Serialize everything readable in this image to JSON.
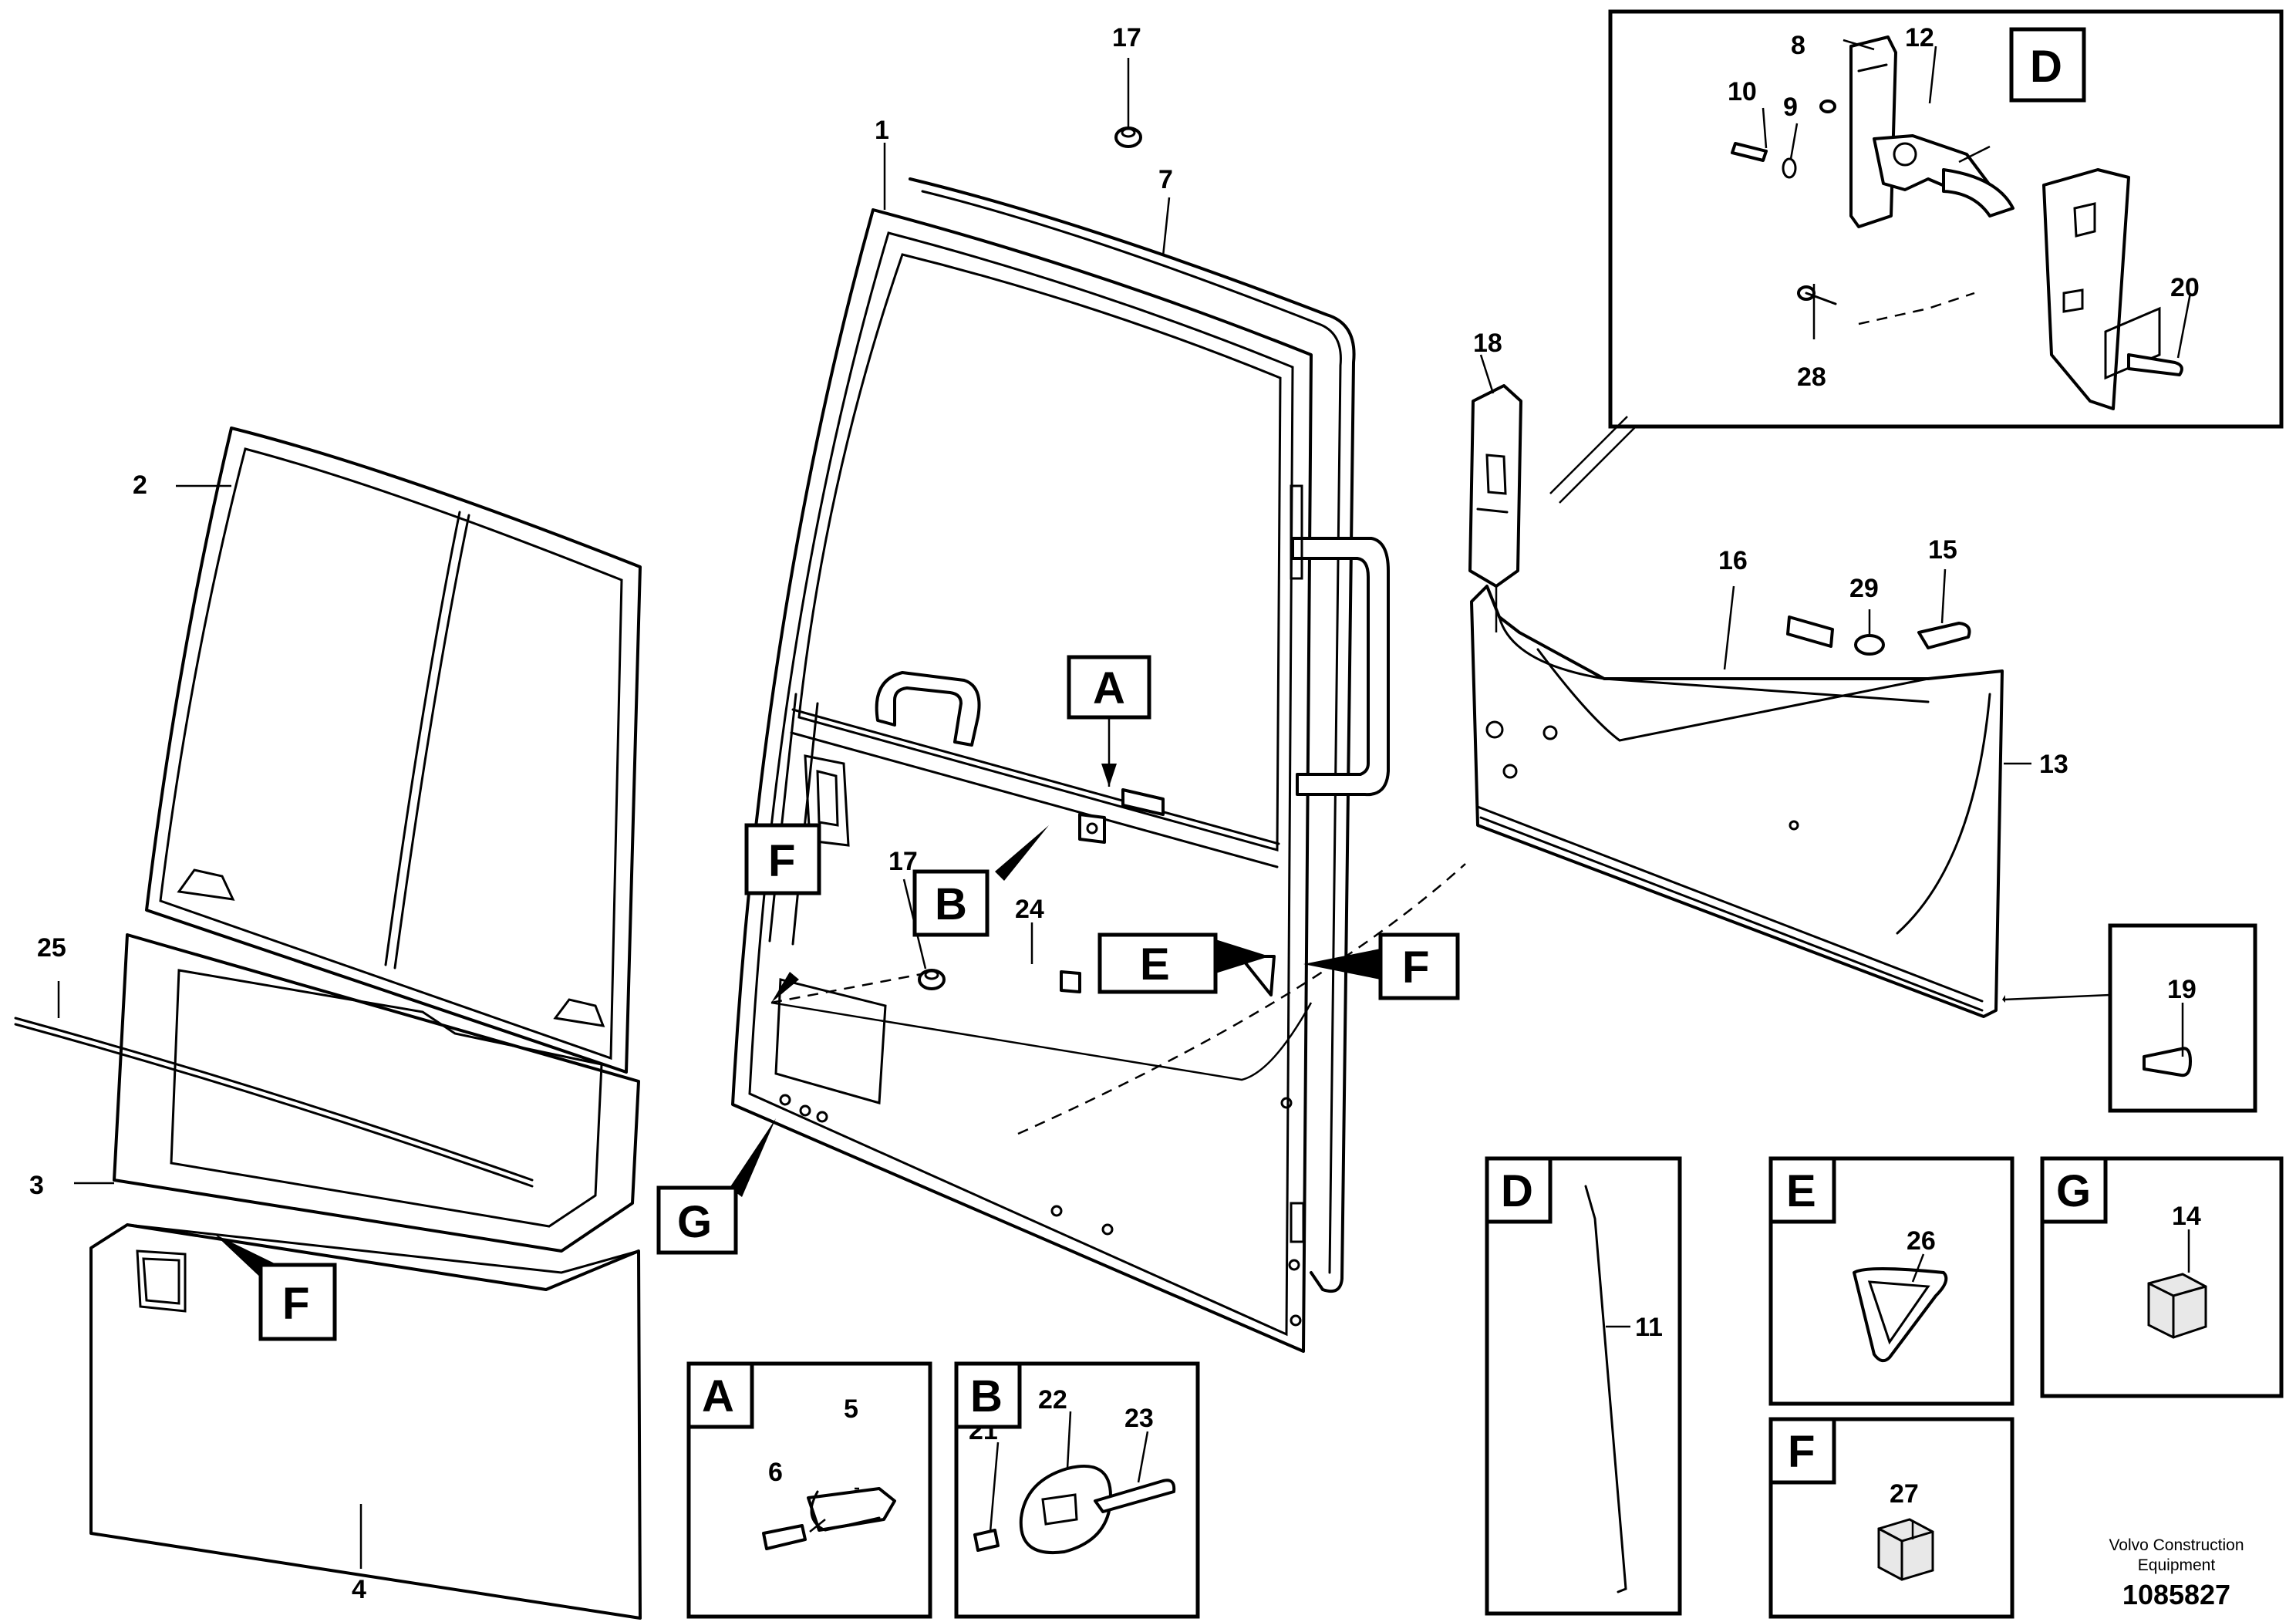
{
  "callouts": {
    "n1": "1",
    "n2": "2",
    "n3": "3",
    "n4": "4",
    "n5": "5",
    "n6": "6",
    "n7": "7",
    "n8": "8",
    "n9": "9",
    "n10": "10",
    "n11": "11",
    "n12": "12",
    "n13": "13",
    "n14": "14",
    "n15": "15",
    "n16": "16",
    "n17a": "17",
    "n17b": "17",
    "n18": "18",
    "n19": "19",
    "n20": "20",
    "n21": "21",
    "n22": "22",
    "n23": "23",
    "n24": "24",
    "n25": "25",
    "n26": "26",
    "n27": "27",
    "n28": "28",
    "n29": "29"
  },
  "views": {
    "A": "A",
    "B": "B",
    "D": "D",
    "E": "E",
    "F": "F",
    "G": "G"
  },
  "footer": {
    "company_line1": "Volvo Construction",
    "company_line2": "Equipment",
    "drawing_number": "1085827"
  }
}
